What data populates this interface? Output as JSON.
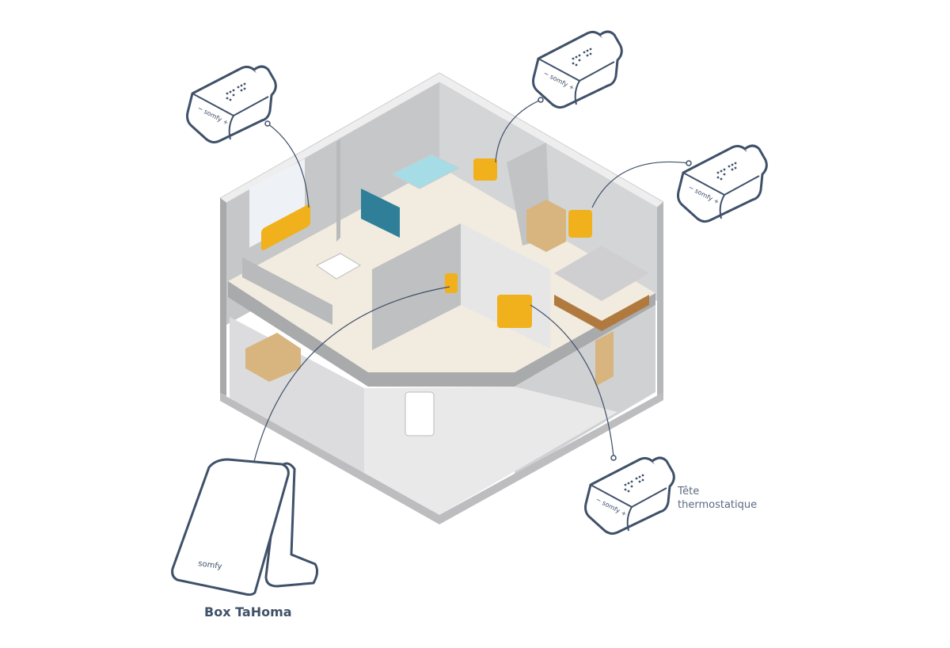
{
  "labels": {
    "thermostat": "Tête thermostatique",
    "thermostat_line1": "Tête",
    "thermostat_line2": "thermostatique",
    "box": "Box TaHoma"
  },
  "brand_logo": "somfy",
  "colors": {
    "outline": "#3f5169",
    "wall": "#c9cacc",
    "floor": "#f2ebdf",
    "radiator": "#f0b11c",
    "wood": "#d8b57e"
  }
}
